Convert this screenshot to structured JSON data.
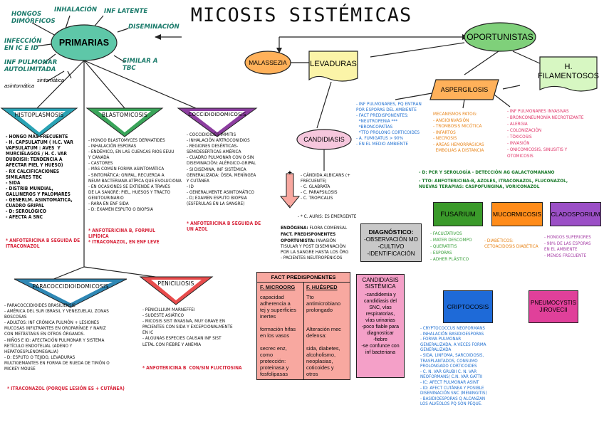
{
  "title": "MICOSIS SISTÉMICAS",
  "nodes": {
    "primarias": "PRIMARIAS",
    "oportunistas": "OPORTUNISTAS",
    "malassezia": "MALASSEZIA",
    "levaduras": "LEVADURAS",
    "h_filamentosos": "H.\nFILAMENTOSOS",
    "aspergilosis": "ASPERGILOSIS",
    "candidiasis": "CANDIDIASIS",
    "fusarium": "FUSARIUM",
    "mucormicosis": "MUCORMICOSIS",
    "cladosporium": "CLADOSPORIUM",
    "criptocosis": "CRIPTOCOSIS",
    "pneumocystis": "PNEUMOCYSTIS\nJIROVECII"
  },
  "primarias_labels": {
    "hongos_dimorficos": "HONGOS\nDIMÓRFICOS",
    "inhalacion": "INHALACIÓN",
    "inf_latente": "INF LATENTE",
    "infeccion": "INFECCIÓN\nEN IC E ID",
    "diseminacion": "DISEMINACIÓN",
    "inf_pulmonar": "INF PULMONAR\nAUTOLIMITADA",
    "similar_tbc": "SIMILAR A\nTBC",
    "asintomatica": "asintomática",
    "sintomatica": "sintomática"
  },
  "histoplasmosis": {
    "label": "HISTOPLASMOSIS",
    "text": "- HONGO MÁS FRECUENTE\n- H. CAPSULATUM ( H.C. VAR\nVAPSULATUM : AVES  Y\nMURCIÉLAGOS / H. C. VAR\nDUBOISII: TENDENCIA A\nAFECTAR PIEL Y HUESO)\n- RX CALCIFICACIONES\nSIMILARES TBC\n- SIDA\n- DISTRIB MUNDIAL,\nGALLINEROS Y PALOMARES\n- GENERLM. ASINTOMÁTICA,\nCUADRO GRIPAL\n- D: SEROLÓGICO\n- AFECTA A SNC",
    "tx": "* ANFOTERICINA B SEGUIDA DE\nITRACONAZOL"
  },
  "blastomicosis": {
    "label": "BLASTOMICOSIS",
    "text": "- HONGO BLASTOMYCES DERMATIDES\n- INHALACIÓN ESPORAS\n- ENDÉMICO, EN LAS CUENCAS RIOS EEUU\nY CANADÁ\n- CASTORES\n- MÁS COMÚN FORMA ASINTOMÁTICA\n- SINTOMÁTICA: GRIPAL, RECUERDA A\nNEUM BACTERIANA ATÍPICA QUE EVOLUCIONA\n- EN OCASIONES SE EXTIENDE A TRAVÉS\nDE LA SANGRE: PIEL, HUESOS Y TRACTO\nGENITOURINARIO\n- RARA EN ENF SIDA\n- D: EXAMEN ESPUTO O BIOPSIA",
    "tx": "* ANFOTERICINA B, FORMUL\nLIPÍDICA\n* ITRACONAZOL, EN ENF LEVE"
  },
  "coccidioidomicosis": {
    "label": "COCCIDIOIDOMICOSIS",
    "text": "- COCCIDIOIDES IMMITIS\n- INHALACIÓN ARTROCONIDIOS\n- REGIONES DESÉRTICAS-\nSEMIDESÉRTICAS AMÉRICA\n- CUADRO PULMONAR CON O SIN\nDISEMINACIÓN: ALÉRGICO-GRIPAL\n- SI DISEMINA, INF SISTÉMICA\nGENERALIZADA: ÓSEA, MENÍNGEA\nY CUTÁNEA\n- ID\n- GENERALMENTE ASINTOMÁTICO\n- D; EXAMEN ESPUTO BIOPSIA\n(ESFÉRULAS EN LA SANGRE)",
    "tx": "* ANFOTERICINA B SEGUIDA DE\nUN AZOL"
  },
  "paracoccidioidomicosis": {
    "label": "PARACOCCIDIOIDOMICOSIS",
    "text": "- PARACOCCIDIOIDES BRASILIENSIS\n- AMÉRICA DEL SUR (BRASIL Y VENEZUELA), ZONAS\nBOSCOSAS\n- ADULTOS: INF CRÓNICA PULMÓN + LESIONES\nMUCOSAS INFILTRANTES EN OROFARÍNGE Y NARIZ\nCON METÁSTASIS EN OTROS ÓRGANOS.\n- NIÑOS E ID: AFECTACIÓN PULMONAR Y SISTEMA\nRETÍCULO ENDOTELIAL (ADENO Y\nHEPATOESPLENOMEGALIA)\n- D: ESPUTO O TEJIDO, LEVADURAS\nMULTIGEMANTES EN FORMA DE RUEDA DE TIMÓN O\nMICKEY MOUSE",
    "tx": "* ITRACONAZOL (PORQUE LESIÓN ES + CUTÁNEA)"
  },
  "peniciliosis": {
    "label": "PENICILIOSIS",
    "text": "- PENICILLIUM MARNEFFEI\n- SUDESTE ASIÁTICO\n- MICOSIS SIST INVASIVA, MUY GRAVE EN\nPACIENTES CON SIDA Y EXCEPCIONALMENTE\nEN IC\n- ALGUNAS ESPECIES CAUSAN INF SIST\nLETAL CON FIEBRE Y ANEMIA",
    "tx": "* ANFOTERICINA B  CON/SIN FLUCITOSINA"
  },
  "aspergilosis_info": {
    "left": "- INF PULMONARES, PQ ENTRAN\nPOR ESPORAS DEL AMBIENTE\n- FACT PREDISPONENTES:\n  *NEUTROPENIA ***\n  *BRONCOPATÍAS\n  *TTO PROLONG CORTICOIDES\n- A. FUMIGATUS > 90%\n- EN EL MEDIO AMBIENTE",
    "mecanismos": "MECANISMOS PATOG:\n- ANGIOINVASIÓN\n- TROMBOSIS MICÓTICA\n- INFARTOS\n- NECROSIS\n- ÁREAS HEMORRÁGICAS\n  EMBOLIAS A DISTANCIA",
    "right": "- INF PULMONARES INVASIVAS\n- BRONCONEUMONÍA NECROTIZANTE\n- ALERGIA\n- COLONIZACIÓN\n- TÓXICOSIS\n- INVASIÓN\n- ONICOMICOSIS, SINUSITIS Y\nOTOMICOSIS",
    "dx": "- D: PCR Y SEROLOGÍA - DETECCIÓN AG GALACTOMANANO",
    "tto": "- TTO: ANFOTERICINA-B, AZOLES, ITRACONAZOL, FLUCONAZOL,\nNUEVAS TERAPIAS: CASPOFUNGINA, VORICONAZOL"
  },
  "candidiasis_info": {
    "main": "- CÁNDIDA ALBICANS (+\nFRECUENTE)\n- C. GLABRATA\n- C. PARAPSILOSIS\n- C. TROPICALIS",
    "auris": "- * C. AURIS: ES EMERGENTE",
    "endogena_label": "ENDÓGENA:",
    "endogena": " FLORA COMENSAL",
    "fact_label": "FACT. PREDISPONENTES",
    "oport_label": "OPORTUNISTA:",
    "oport": " INVASIÓN\nTISULAR Y POST DISEMINACIÓN\nPOR LA SANGRE HASTA LOS ÓRG\n- PACIENTES NEUTROPÉNICOS",
    "plus": "+",
    "minus": "-"
  },
  "diagnostico": {
    "title": "DIAGNÓSTICO:",
    "items": "-OBSERVACIÓN MO\n-CULTIVO\n-IDENTIFICACIÓN"
  },
  "fact_predisponentes": {
    "title": "FACT PREDISPONENTES",
    "col1_head": "F. MICROORG",
    "col2_head": "F. HUÉSPED",
    "col1": "capacidad\nadherencia a\ntej y superficies\ninertes\n\nformación hifas\nen los vasos\n\nsecrec enz,\ncomo\nprotección:\nproteinasa y\nfosfolipasas",
    "col2": "Tto\nantimicrobiano\nprolongado\n\n\nAlteración mec\ndefensa:\n\nsida, diabetes,\nalcoholismo,\nneoplasias,\ncoticoides y\notros"
  },
  "candidiasis_sistemica": {
    "title": "CANDIDIASIS\nSISTÉMICA",
    "items": "-candidemia y\ncandidiasis del\nSNC, vías\nrespiratorias,\nvías urinarias\n-poco fiable para\ndiagnosticar\n-fiebre\n-se confunce con\ninf bacteriana"
  },
  "fusarium_info": "- FACULTATIVOS\n- MATER DESCOMPO\n- QUERATITIS\n- ESPORAS\n- ADHER PLÁSTICO",
  "mucor_info": "- DIABÉTICOS:\nCETOACIDOSIS DIABÉTICA",
  "clado_info": "- HONGOS SUPERIORES\n- 98% DE LAS ESPORAS\nEN EL AMBIENTE\n- MENOS FRECUENTE",
  "cripto_info": "- CRYPTOCOCCUS NEOFORMANS\n- INHALACIÓN BASIDIOESPORAS\n- FORMA PULMONAR\nGENERALIZADA, A VECES FORMA\nGENERALIZADA\n- SIDA, LINFOMA, SARCOIDOSIS,\nTRASPLANTADOS, CONSUMO\nPROLONGADO CORTICOIDES\n- C. N. VAR GRUBII C. N. VAR\nNEOFORMANS/ C.N. VAR GATTII\n- IC: AFECT PULMONAR ASINT\n- ID: AFECT CUTÁNEA Y POSIBLE\nDISEMINACIÓN SNC (MENINGITIS)\n- BASIDIOESPORAS Q ALCANZAN\nLOS ALVÉOLOS PQ SON PEQUE.",
  "colors": {
    "teal_node": "#5ec7a8",
    "green_node": "#7fd07a",
    "orange_node": "#ffb15a",
    "yellow_node": "#fbf4a8",
    "mint_node": "#d7f7c2",
    "pink_node": "#f6c7dd",
    "diag_box": "#c8c8c8",
    "fact_box": "#f8a8a0",
    "cand_sist_box": "#f4a0c8",
    "fusarium": "#3a9a2a",
    "mucor": "#ff8c1a",
    "clado": "#9b4fc6",
    "cripto": "#1e6ad8",
    "pneumo": "#e0409a",
    "hist_tri": "#2aa3b5",
    "blast_tri": "#3aa55a",
    "cocci_tri": "#8d3ea0",
    "para_tri": "#2f88b5",
    "peni_tri": "#e84c4c"
  }
}
